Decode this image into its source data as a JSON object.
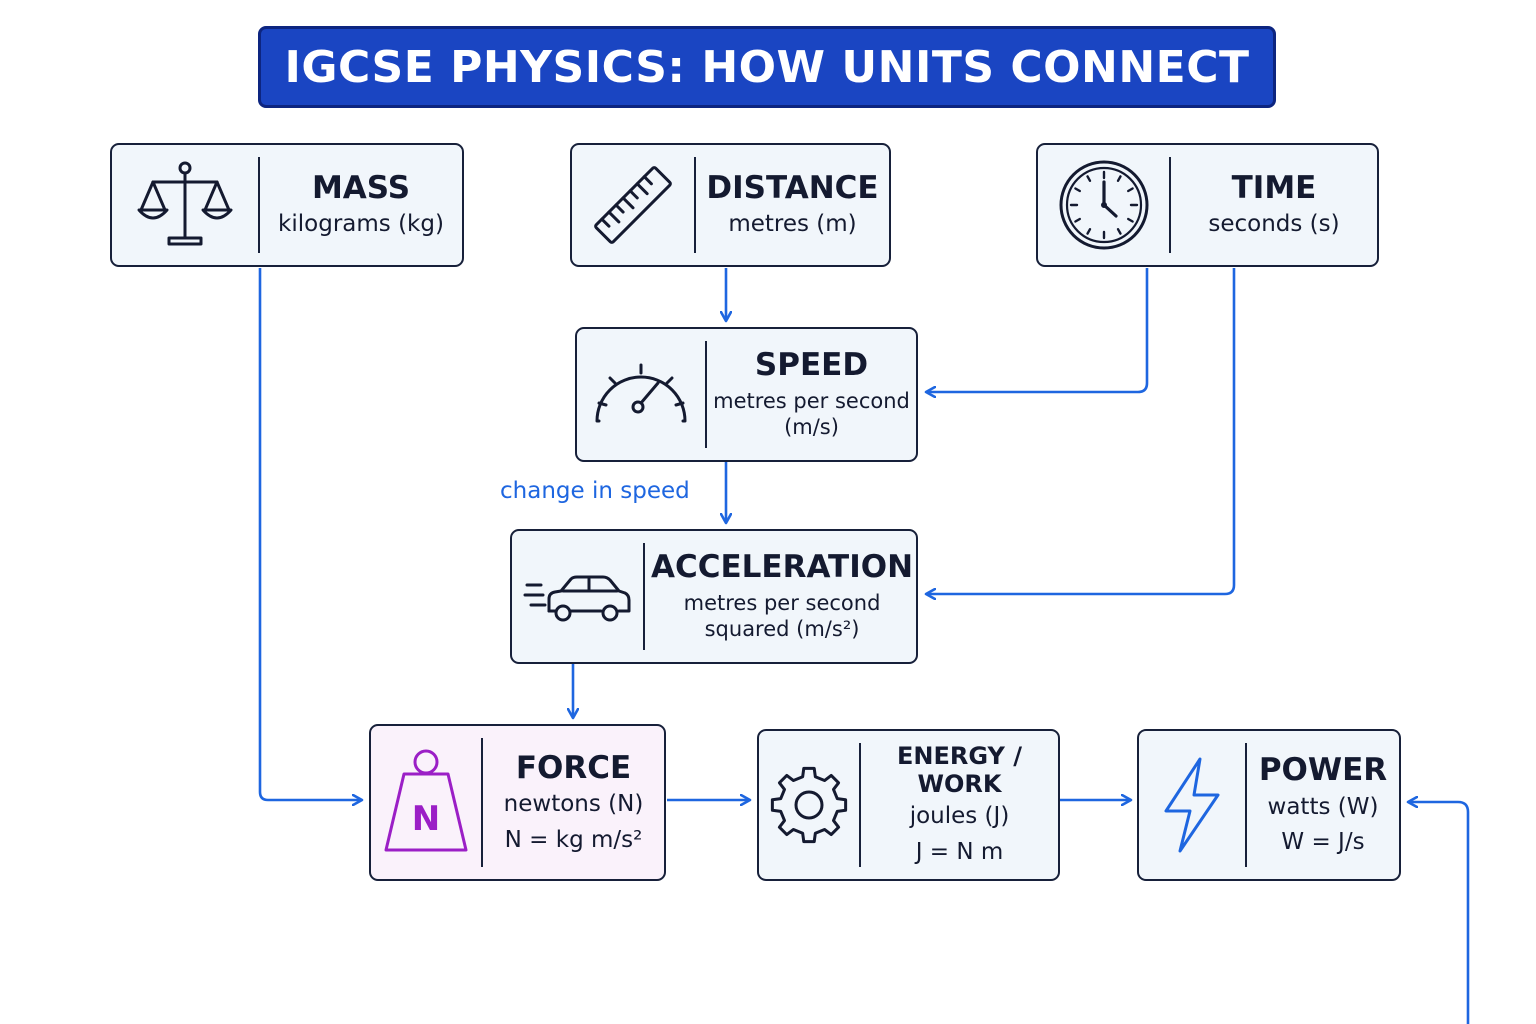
{
  "title": "IGCSE PHYSICS: HOW UNITS CONNECT",
  "colors": {
    "banner": "#1a45c2",
    "arrow": "#1e66e0",
    "node_border": "#17203a",
    "force_accent": "#9b1fc6"
  },
  "nodes": {
    "mass": {
      "title": "MASS",
      "unit": "kilograms (kg)",
      "icon": "balance-scale-icon"
    },
    "distance": {
      "title": "DISTANCE",
      "unit": "metres (m)",
      "icon": "ruler-icon"
    },
    "time": {
      "title": "TIME",
      "unit": "seconds (s)",
      "icon": "clock-icon"
    },
    "speed": {
      "title": "SPEED",
      "unit_line1": "metres per second",
      "unit_line2": "(m/s)",
      "icon": "speedometer-icon"
    },
    "acceleration": {
      "title": "ACCELERATION",
      "unit_line1": "metres per second",
      "unit_line2": "squared (m/s²)",
      "icon": "car-icon"
    },
    "force": {
      "title": "FORCE",
      "unit": "newtons (N)",
      "formula": "N = kg m/s²",
      "icon": "weight-icon",
      "icon_text": "N"
    },
    "energy": {
      "title": "ENERGY / WORK",
      "unit": "joules (J)",
      "formula": "J = N m",
      "icon": "gear-icon"
    },
    "power": {
      "title": "POWER",
      "unit": "watts (W)",
      "formula": "W = J/s",
      "icon": "lightning-icon"
    }
  },
  "edge_labels": {
    "speed_to_acceleration": "change in speed"
  }
}
